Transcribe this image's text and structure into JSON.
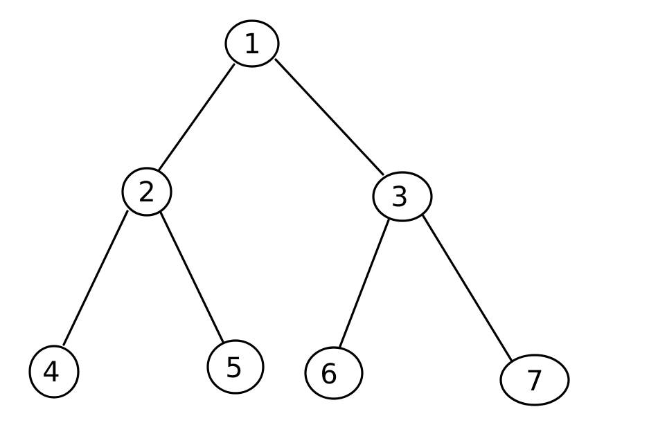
{
  "diagram": {
    "type": "binary-tree",
    "colors": {
      "background": "#ffffff",
      "stroke": "#000000"
    },
    "nodes": [
      {
        "id": "n1",
        "label": "1"
      },
      {
        "id": "n2",
        "label": "2"
      },
      {
        "id": "n3",
        "label": "3"
      },
      {
        "id": "n4",
        "label": "4"
      },
      {
        "id": "n5",
        "label": "5"
      },
      {
        "id": "n6",
        "label": "6"
      },
      {
        "id": "n7",
        "label": "7"
      }
    ],
    "edges": [
      {
        "from": "n1",
        "to": "n2"
      },
      {
        "from": "n1",
        "to": "n3"
      },
      {
        "from": "n2",
        "to": "n4"
      },
      {
        "from": "n2",
        "to": "n5"
      },
      {
        "from": "n3",
        "to": "n6"
      },
      {
        "from": "n3",
        "to": "n7"
      }
    ]
  }
}
